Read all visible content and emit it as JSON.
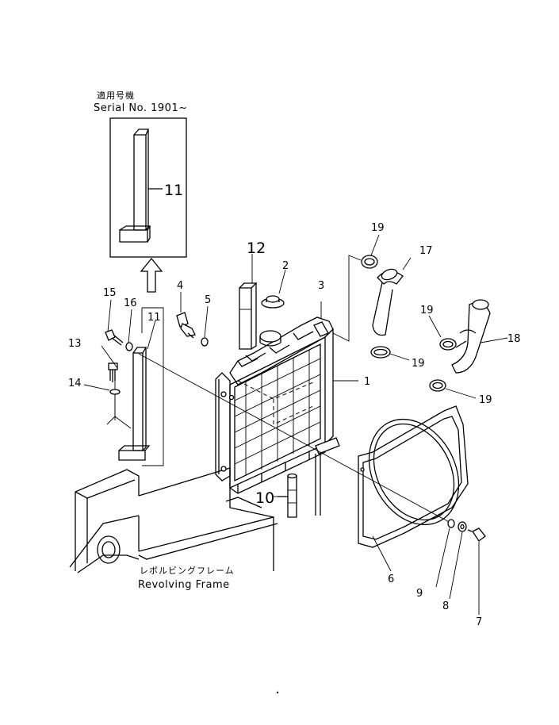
{
  "serial_box": {
    "jp_label": "適用号機",
    "serial_label": "Serial  No. 1901~",
    "part_number": "11"
  },
  "frame_caption": {
    "jp": "レボルビングフレーム",
    "en": "Revolving  Frame"
  },
  "callouts": {
    "c1": "1",
    "c2": "2",
    "c3": "3",
    "c4": "4",
    "c5": "5",
    "c6": "6",
    "c7": "7",
    "c8": "8",
    "c9": "9",
    "c10": "10",
    "c11": "11",
    "c12": "12",
    "c13": "13",
    "c14": "14",
    "c15": "15",
    "c16": "16",
    "c17": "17",
    "c18": "18",
    "c19a": "19",
    "c19b": "19",
    "c19c": "19",
    "c19d": "19"
  }
}
